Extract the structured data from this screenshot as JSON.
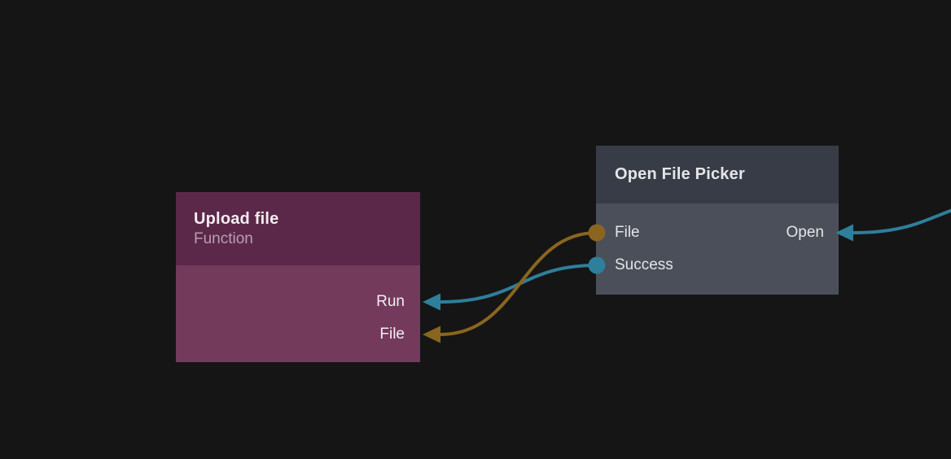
{
  "app": {
    "type": "node-graph-editor",
    "background_color": "#151515"
  },
  "colors": {
    "wire_teal": "#2e7f9b",
    "wire_gold": "#8a651f",
    "upload_header": "#5c2849",
    "upload_body": "#733a5c",
    "picker_header": "#383c46",
    "picker_body": "#4b4f59"
  },
  "nodes": {
    "upload": {
      "title": "Upload file",
      "subtitle": "Function",
      "ports": {
        "run": "Run",
        "file": "File"
      }
    },
    "picker": {
      "title": "Open File Picker",
      "ports": {
        "file": "File",
        "success": "Success",
        "open": "Open"
      }
    }
  },
  "edges": [
    {
      "from": "picker.file",
      "to": "upload.file",
      "color": "#8a651f"
    },
    {
      "from": "picker.success",
      "to": "upload.run",
      "color": "#2e7f9b"
    },
    {
      "from": "offscreen-right",
      "to": "picker.open",
      "color": "#2e7f9b"
    }
  ]
}
